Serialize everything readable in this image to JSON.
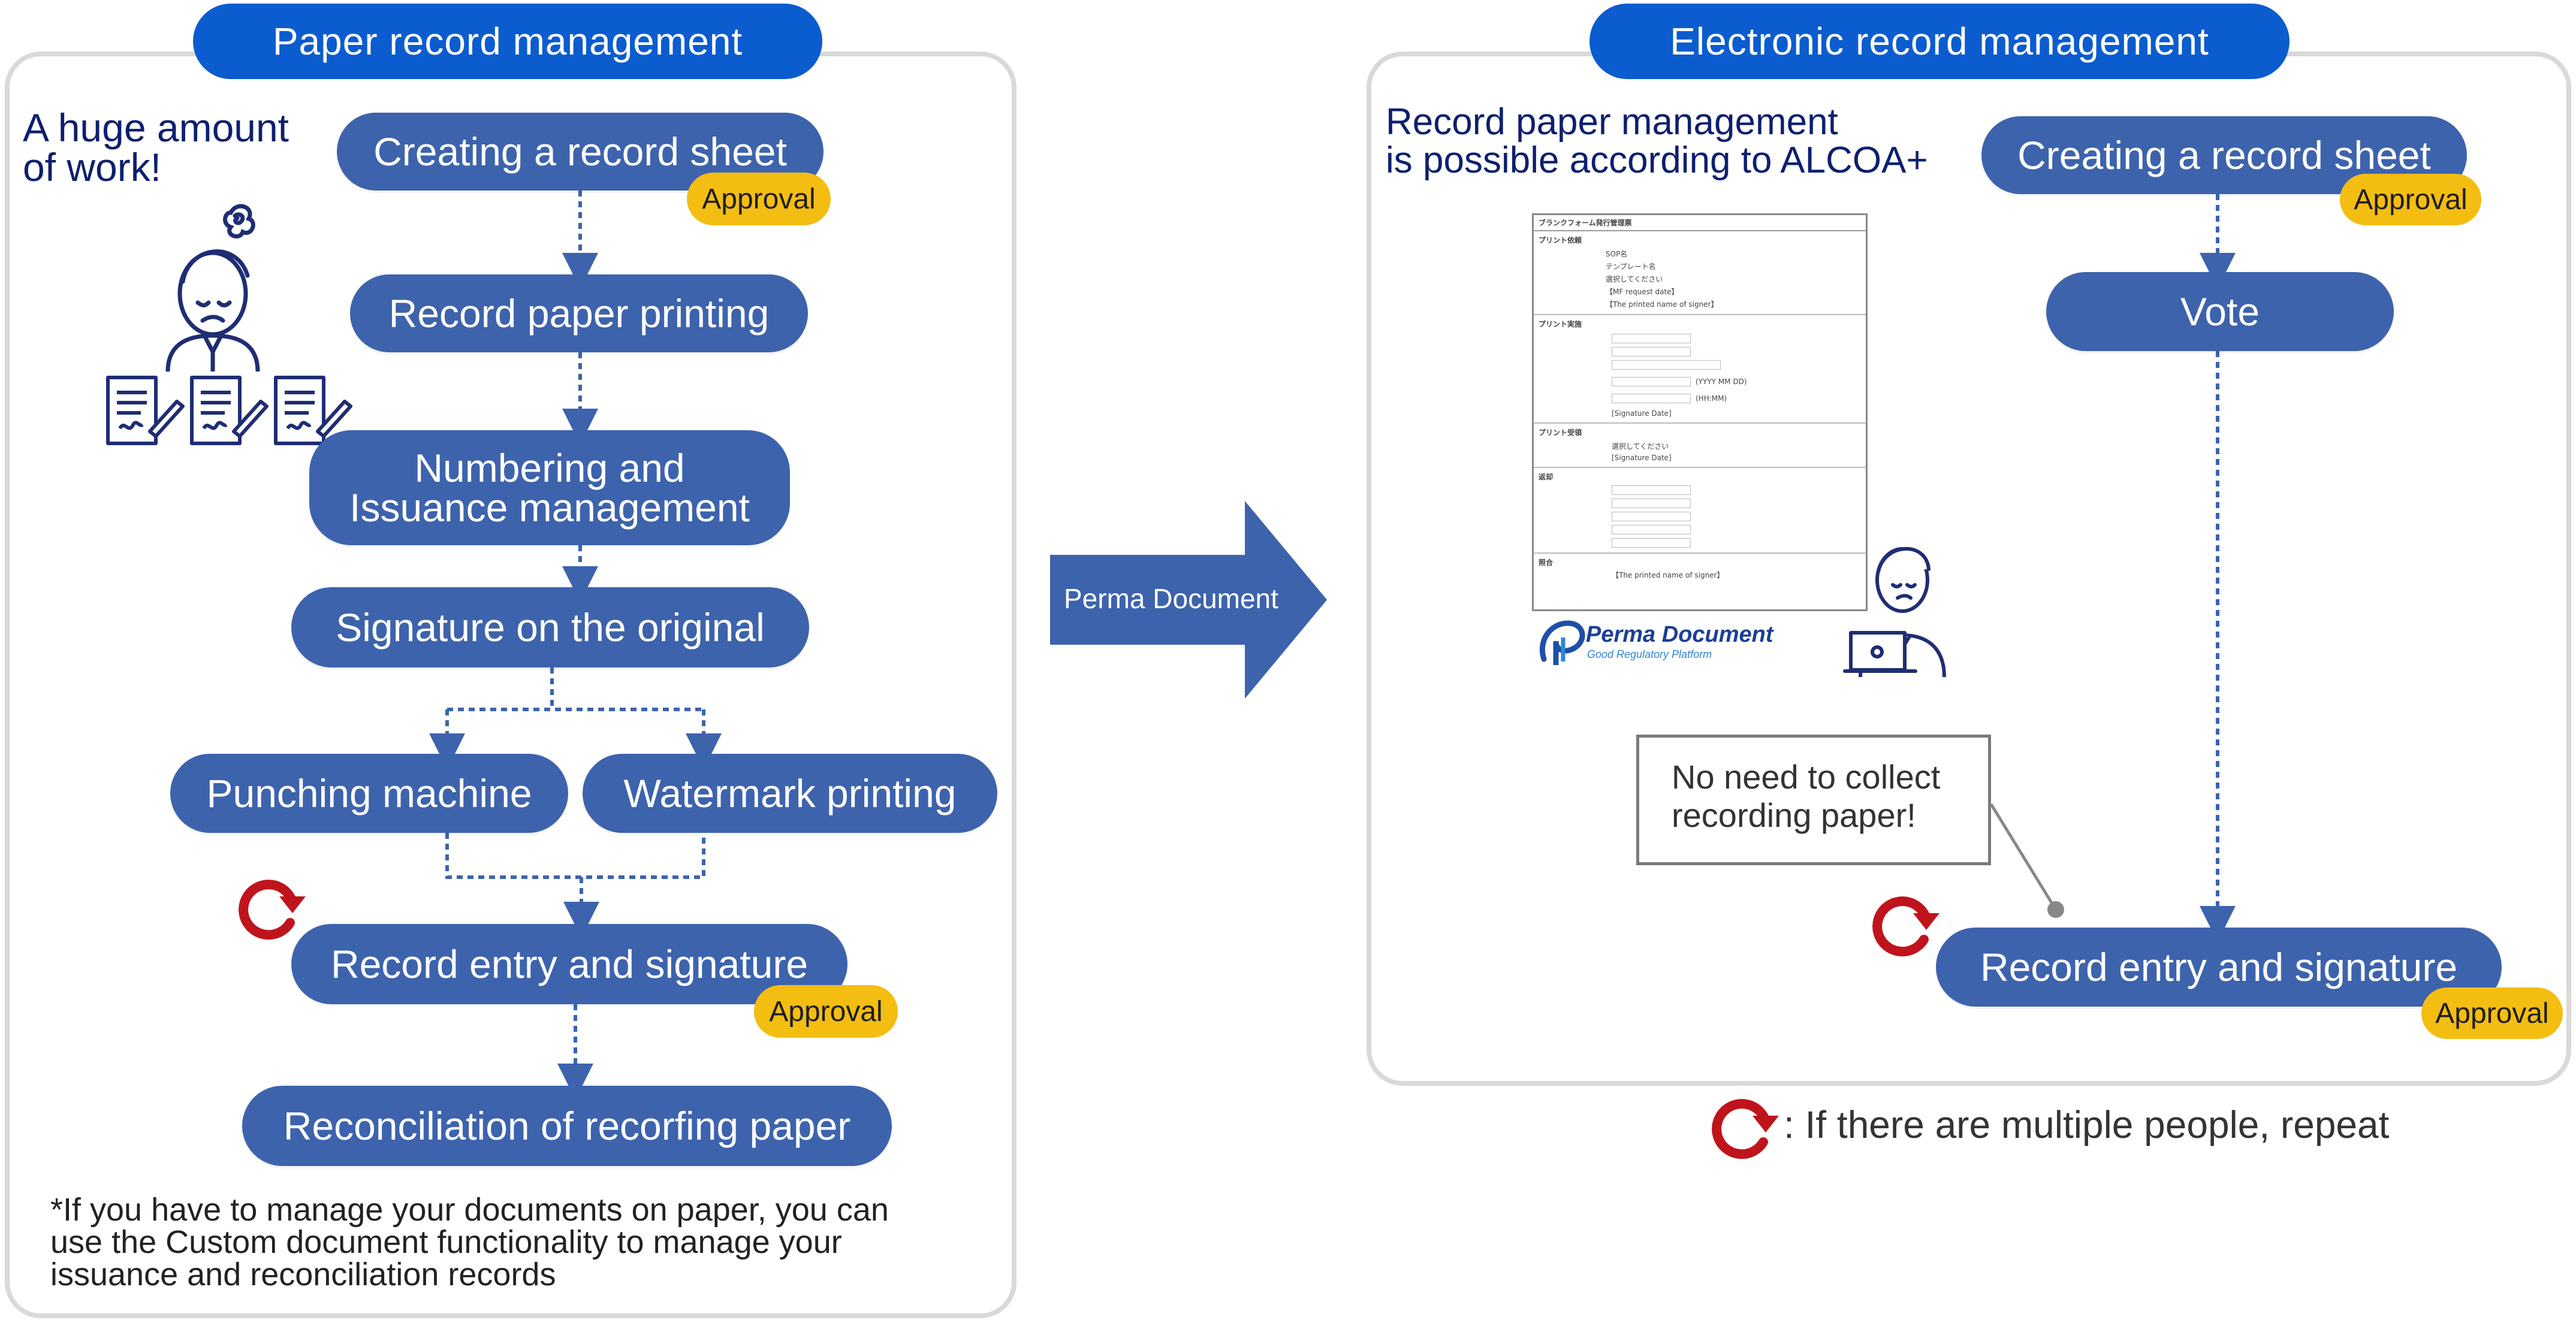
{
  "paper": {
    "header": "Paper record management",
    "huge_work": "A huge amount\nof work!",
    "steps": {
      "create": "Creating a record sheet",
      "printing": "Record paper printing",
      "numbering": "Numbering and\nIssuance management",
      "signature_original": "Signature on the original",
      "punching": "Punching machine",
      "watermark": "Watermark printing",
      "entry": "Record entry and signature",
      "reconciliation": "Reconciliation of recorfing paper"
    },
    "approval_1": "Approval",
    "approval_2": "Approval",
    "footnote": "*If you have to manage your documents on paper, you can\nuse the Custom document functionality to manage your\nissuance and reconciliation records"
  },
  "arrow": {
    "label": "Perma Document"
  },
  "electronic": {
    "header": "Electronic record management",
    "alcoa": "Record paper management\nis possible according to ALCOA+",
    "steps": {
      "create": "Creating a record sheet",
      "vote": "Vote",
      "entry": "Record entry and signature"
    },
    "approval_1": "Approval",
    "approval_2": "Approval",
    "callout": "No need to collect\nrecording paper!",
    "logo": {
      "name": "Perma Document",
      "tagline": "Good Regulatory Platform"
    },
    "form": {
      "title": "ブランクフォーム発行管理票",
      "sections": [
        "プリント依頼",
        "プリント実施",
        "プリント受領",
        "返却",
        "照合"
      ],
      "lines": [
        "SOP名",
        "テンプレート名",
        "選択してください",
        "【MF request date】",
        "【The printed name of signer】",
        "[Signature Date]",
        "(YYYY MM DD)",
        "(HH:MM)"
      ]
    }
  },
  "legend": {
    "text": ": If there are multiple people, repeat"
  },
  "colors": {
    "step": "#3d63ad",
    "header": "#0b5ccf",
    "approval": "#f4bd12",
    "navy": "#0d1f6e",
    "repeat": "#c0141c"
  }
}
